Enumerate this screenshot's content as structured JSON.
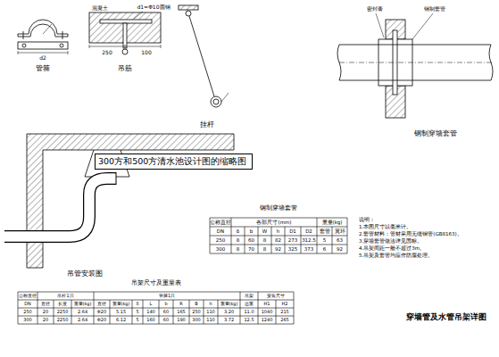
{
  "diagram": {
    "title": "穿墙管及水管吊架详图",
    "nodes": [
      {
        "text": [
          "300方和500方清水池设计图的缩略图"
        ]
      }
    ],
    "labels": [
      "管箍",
      "d2",
      "混凝土",
      "d1=Φ10圆钢",
      "250",
      "100",
      "吊筋",
      "挂杆",
      "密封膏",
      "钢制套管",
      "钢制穿墙套管",
      "吊管安装图",
      "吊架尺寸及重量表",
      "钢制穿墙套管",
      "说明：",
      "1.本图尺寸以毫米计。",
      "2.套管材料：管材采用无缝钢管(GB8163)。",
      "3.穿墙套管做法详见国标。",
      "4.吊架间距一般不超过3m。",
      "5.吊架及套管均应作防腐处理。",
      "公称直径",
      "各部尺寸(mm)",
      "重量(kg)",
      "DN",
      "δ",
      "b",
      "W",
      "h",
      "D1",
      "D2",
      "套管",
      "翼环",
      "250",
      "8",
      "60",
      "8",
      "82",
      "273",
      "312.5",
      "5",
      "63",
      "300",
      "8",
      "70",
      "8",
      "92",
      "325",
      "373",
      "6",
      "92",
      "公称直径",
      "吊杆1只",
      "管箍1只",
      "吊架",
      "安装尺寸",
      "DN",
      "直径",
      "长度",
      "重量(kg)",
      "直径",
      "重量(kg)",
      "δ",
      "L",
      "b",
      "R",
      "B",
      "h",
      "重量(kg)",
      "总重",
      "H1",
      "H2",
      "250",
      "20",
      "2250",
      "2.64",
      "Φ20",
      "5.15",
      "5",
      "140",
      "60",
      "165",
      "250",
      "110",
      "3.20",
      "11.0",
      "1040",
      "215",
      "300",
      "20",
      "2250",
      "2.64",
      "Φ20",
      "6.12",
      "5",
      "160",
      "60",
      "190",
      "300",
      "110",
      "3.72",
      "12.5",
      "1240",
      "265"
    ]
  }
}
